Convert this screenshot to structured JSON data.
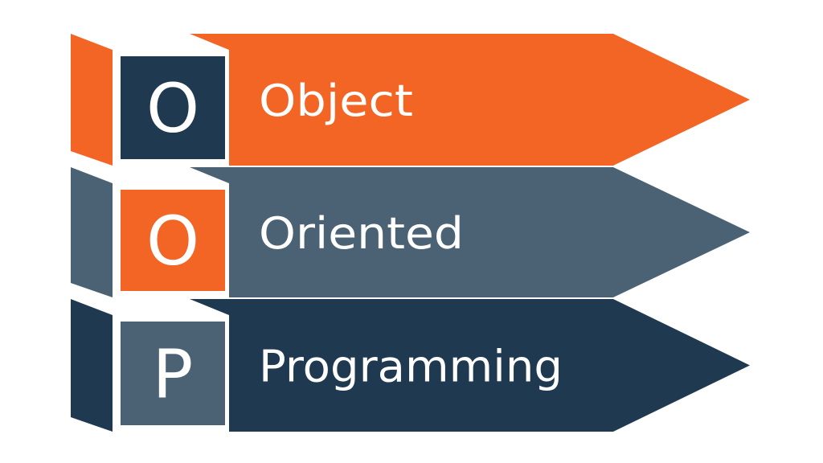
{
  "colors": {
    "orange": "#F26524",
    "slate": "#4A6274",
    "navy": "#1F3A50",
    "text": "#FFFFFF",
    "background": "#FFFFFF"
  },
  "rows": [
    {
      "letter": "O",
      "word": "Object",
      "banner_color": "#F26524",
      "square_color": "#1F3A50"
    },
    {
      "letter": "O",
      "word": "Oriented",
      "banner_color": "#4A6274",
      "square_color": "#F26524"
    },
    {
      "letter": "P",
      "word": "Programming",
      "banner_color": "#1F3A50",
      "square_color": "#4A6274"
    }
  ]
}
